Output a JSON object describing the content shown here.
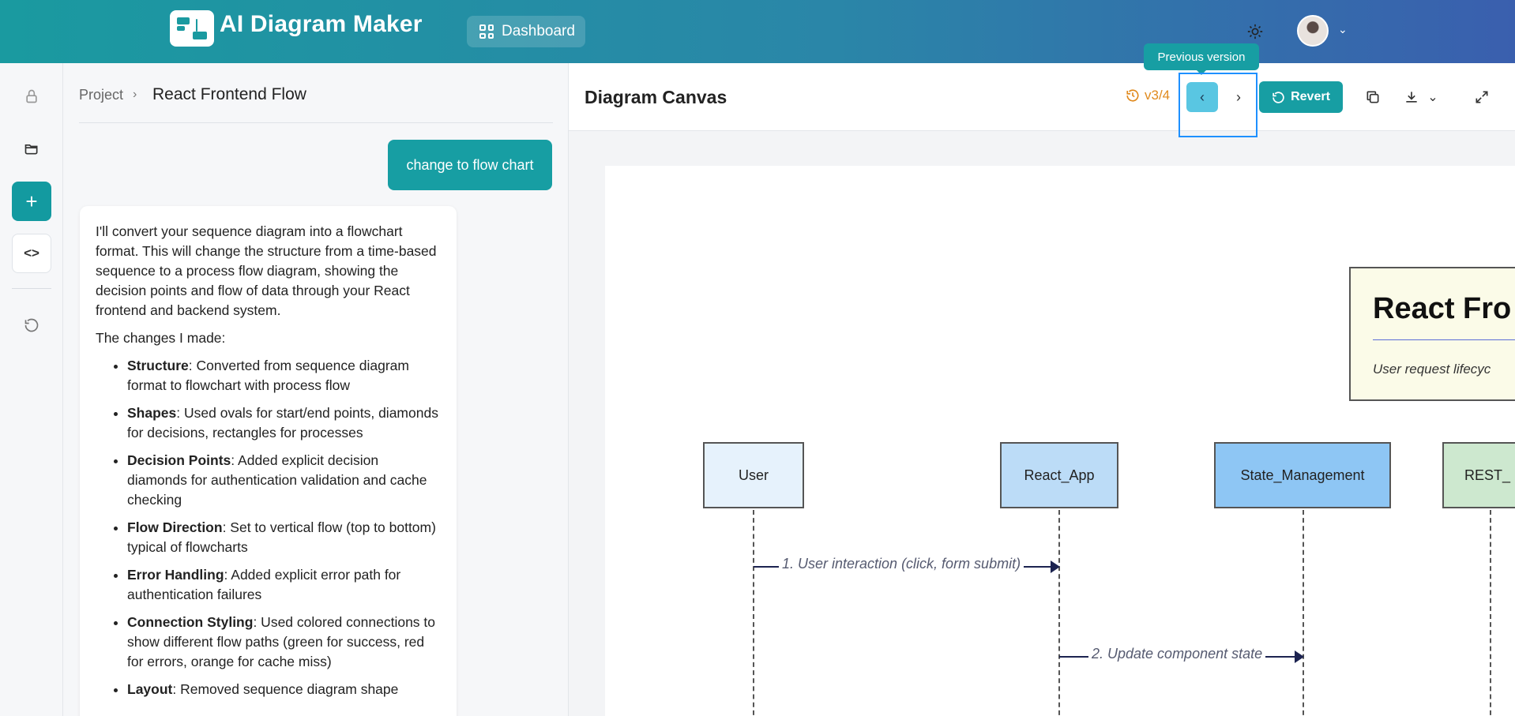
{
  "header": {
    "app_title": "AI Diagram Maker",
    "dashboard_label": "Dashboard"
  },
  "chat": {
    "breadcrumb_root": "Project",
    "breadcrumb_separator": "›",
    "breadcrumb_current": "React Frontend Flow",
    "user_message": "change to flow chart",
    "ai_intro": "I'll convert your sequence diagram into a flowchart format. This will change the structure from a time-based sequence to a process flow diagram, showing the decision points and flow of data through your React frontend and backend system.",
    "ai_changes_heading": "The changes I made:",
    "ai_items": [
      {
        "term": "Structure",
        "text": ": Converted from sequence diagram format to flowchart with process flow"
      },
      {
        "term": "Shapes",
        "text": ": Used ovals for start/end points, diamonds for decisions, rectangles for processes"
      },
      {
        "term": "Decision Points",
        "text": ": Added explicit decision diamonds for authentication validation and cache checking"
      },
      {
        "term": "Flow Direction",
        "text": ": Set to vertical flow (top to bottom) typical of flowcharts"
      },
      {
        "term": "Error Handling",
        "text": ": Added explicit error path for authentication failures"
      },
      {
        "term": "Connection Styling",
        "text": ": Used colored connections to show different flow paths (green for success, red for errors, orange for cache miss)"
      },
      {
        "term": "Layout",
        "text": ": Removed sequence diagram shape"
      }
    ]
  },
  "canvas": {
    "title": "Diagram Canvas",
    "version_label": "v3/4",
    "prev_tooltip": "Previous version",
    "revert_label": "Revert",
    "colors": {
      "accent": "#179ea3",
      "version": "#e08a1e",
      "prev_active": "#59c6e2"
    }
  },
  "diagram": {
    "title": "React Fro",
    "subtitle": "User request lifecyc",
    "actors": [
      {
        "label": "User",
        "color": "#e6f2fc"
      },
      {
        "label": "React_App",
        "color": "#bcdcf7"
      },
      {
        "label": "State_Management",
        "color": "#8ec6f4"
      },
      {
        "label": "REST_",
        "color": "#cde8cf"
      }
    ],
    "messages": [
      {
        "label": "1. User interaction (click, form submit)"
      },
      {
        "label": "2. Update component state"
      }
    ]
  }
}
